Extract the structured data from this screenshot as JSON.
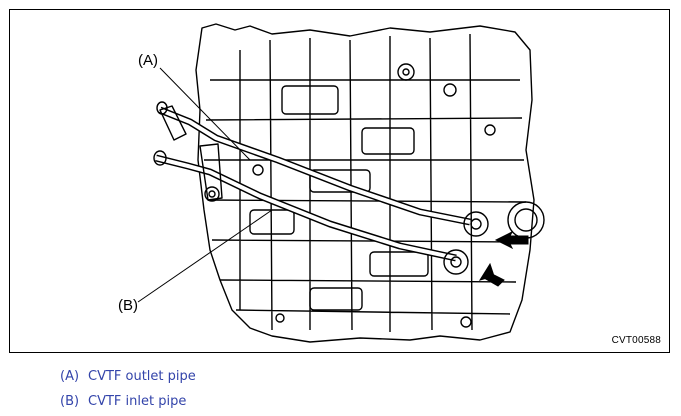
{
  "figure": {
    "callout_a": "(A)",
    "callout_b": "(B)",
    "figure_code": "CVT00588"
  },
  "legend": {
    "items": [
      {
        "key": "(A)",
        "label": "CVTF outlet pipe"
      },
      {
        "key": "(B)",
        "label": "CVTF inlet pipe"
      }
    ]
  },
  "colors": {
    "legend_text": "#3344aa",
    "line_art": "#000000"
  }
}
